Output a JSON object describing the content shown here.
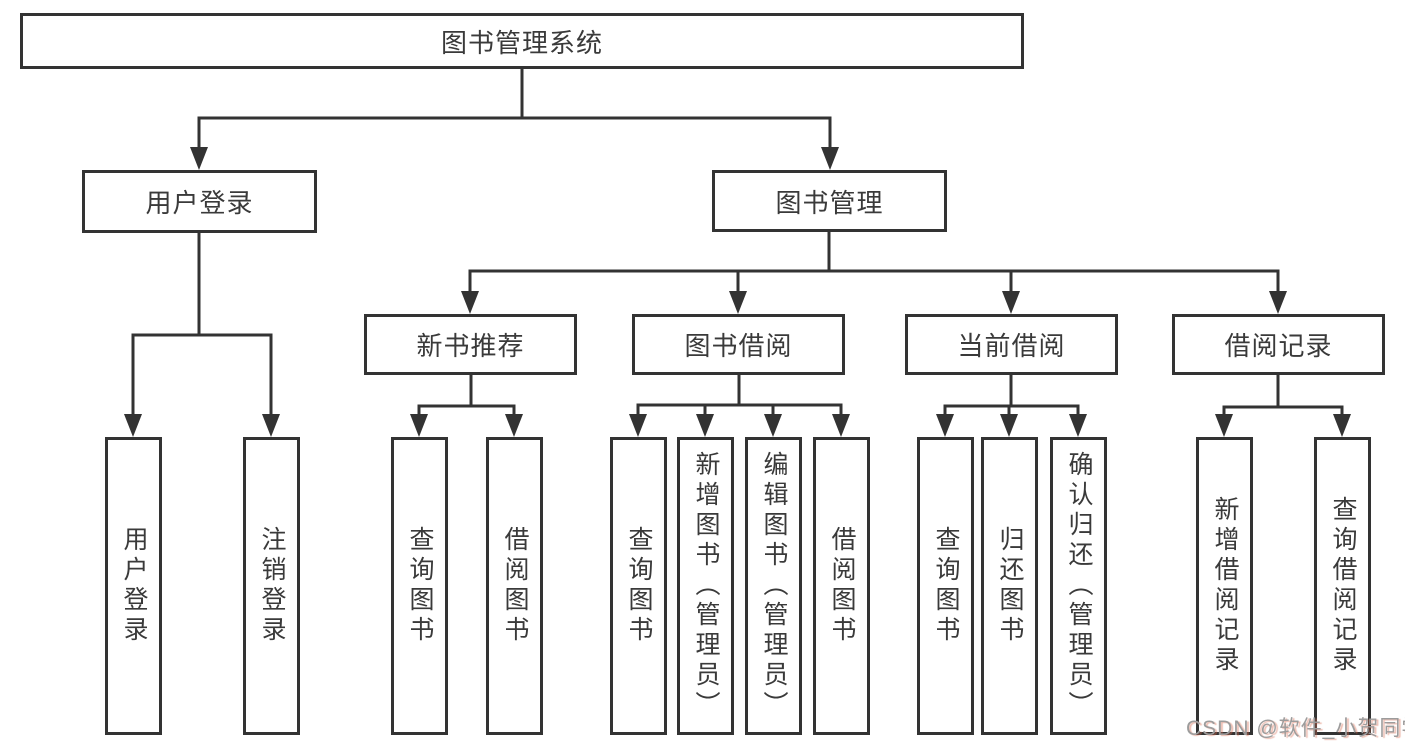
{
  "diagram": {
    "title_node": "图书管理系统",
    "level2": {
      "user_login": "用户登录",
      "book_mgmt": "图书管理"
    },
    "level3": {
      "new_book_rec": "新书推荐",
      "book_borrow": "图书借阅",
      "current_borrow": "当前借阅",
      "borrow_records": "借阅记录"
    },
    "leaves": {
      "user_login_leaf": "用户登录",
      "logout": "注销登录",
      "query_book_rec": "查询图书",
      "borrow_book_rec": "借阅图书",
      "query_book_borrow": "查询图书",
      "add_book_admin": "新增图书（管理员）",
      "edit_book_admin": "编辑图书（管理员）",
      "borrow_book_borrow": "借阅图书",
      "query_book_current": "查询图书",
      "return_book": "归还图书",
      "confirm_return_admin": "确认归还（管理员）",
      "add_borrow_record": "新增借阅记录",
      "query_borrow_record": "查询借阅记录"
    }
  },
  "watermark": {
    "text": "CSDN @软件_小贺同学"
  },
  "colors": {
    "line": "#333333",
    "box_border": "#333333",
    "box_fill": "#ffffff",
    "text": "#3a3a3a",
    "watermark_text": "#9c9c9c",
    "watermark_shadow": "#d6684e"
  }
}
